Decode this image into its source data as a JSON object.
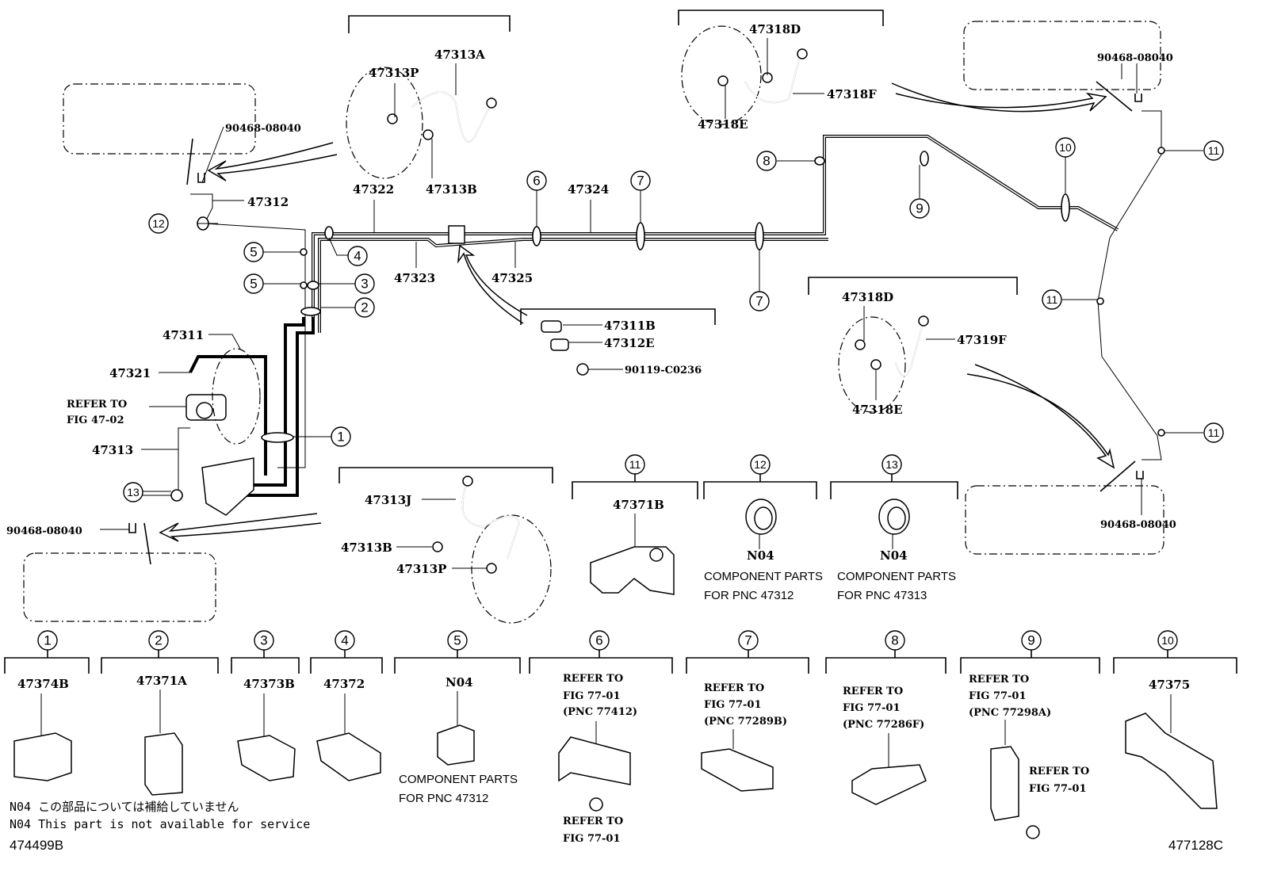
{
  "diagram": {
    "title_code_left": "474499B",
    "title_code_right": "477128C",
    "notes": [
      "N04 この部品については補給していません",
      "N04 This part is not available for service"
    ],
    "main_labels": {
      "p47313A": "47313A",
      "p47313P_top": "47313P",
      "p47313B_top": "47313B",
      "p47322": "47322",
      "p47312": "47312",
      "p90468_tl": "90468-08040",
      "p47318D_top": "47318D",
      "p47318F": "47318F",
      "p47318E_top": "47318E",
      "p90468_tr": "90468-08040",
      "p47324": "47324",
      "p47323": "47323",
      "p47325": "47325",
      "p47311B": "47311B",
      "p47312E": "47312E",
      "p90119": "90119-C0236",
      "p47311": "47311",
      "p47321": "47321",
      "refer_fig_4702_1": "REFER TO",
      "refer_fig_4702_2": "FIG 47-02",
      "p47313": "47313",
      "p90468_bl": "90468-08040",
      "p47313J": "47313J",
      "p47313B_bot": "47313B",
      "p47313P_bot": "47313P",
      "p47318D_mid": "47318D",
      "p47319F": "47319F",
      "p47318E_mid": "47318E",
      "p90468_br": "90468-08040"
    },
    "callouts": {
      "c1": "1",
      "c2": "2",
      "c3": "3",
      "c4": "4",
      "c5a": "5",
      "c5b": "5",
      "c6": "6",
      "c7a": "7",
      "c7b": "7",
      "c8": "8",
      "c9": "9",
      "c10": "10",
      "c11a": "11",
      "c11b": "11",
      "c11c": "11",
      "c12": "12",
      "c13": "13"
    },
    "detail_mid": [
      {
        "num": "11",
        "label": "47371B",
        "sub1": "",
        "sub2": ""
      },
      {
        "num": "12",
        "label": "N04",
        "sub1": "COMPONENT PARTS",
        "sub2": "FOR PNC 47312"
      },
      {
        "num": "13",
        "label": "N04",
        "sub1": "COMPONENT PARTS",
        "sub2": "FOR PNC 47313"
      }
    ],
    "detail_bottom": [
      {
        "num": "1",
        "lines": [
          "47374B"
        ]
      },
      {
        "num": "2",
        "lines": [
          "47371A"
        ]
      },
      {
        "num": "3",
        "lines": [
          "47373B"
        ]
      },
      {
        "num": "4",
        "lines": [
          "47372"
        ]
      },
      {
        "num": "5",
        "lines": [
          "N04"
        ],
        "sub1": "COMPONENT PARTS",
        "sub2": "FOR PNC 47312"
      },
      {
        "num": "6",
        "lines": [
          "REFER TO",
          "FIG 77-01",
          "(PNC 77412)"
        ],
        "extra": [
          "REFER TO",
          "FIG 77-01"
        ]
      },
      {
        "num": "7",
        "lines": [
          "REFER TO",
          "FIG 77-01",
          "(PNC 77289B)"
        ]
      },
      {
        "num": "8",
        "lines": [
          "REFER TO",
          "FIG 77-01",
          "(PNC 77286F)"
        ]
      },
      {
        "num": "9",
        "lines": [
          "REFER TO",
          "FIG 77-01",
          "(PNC 77298A)"
        ],
        "extra": [
          "REFER TO",
          "FIG 77-01"
        ]
      },
      {
        "num": "10",
        "lines": [
          "47375"
        ]
      }
    ]
  }
}
